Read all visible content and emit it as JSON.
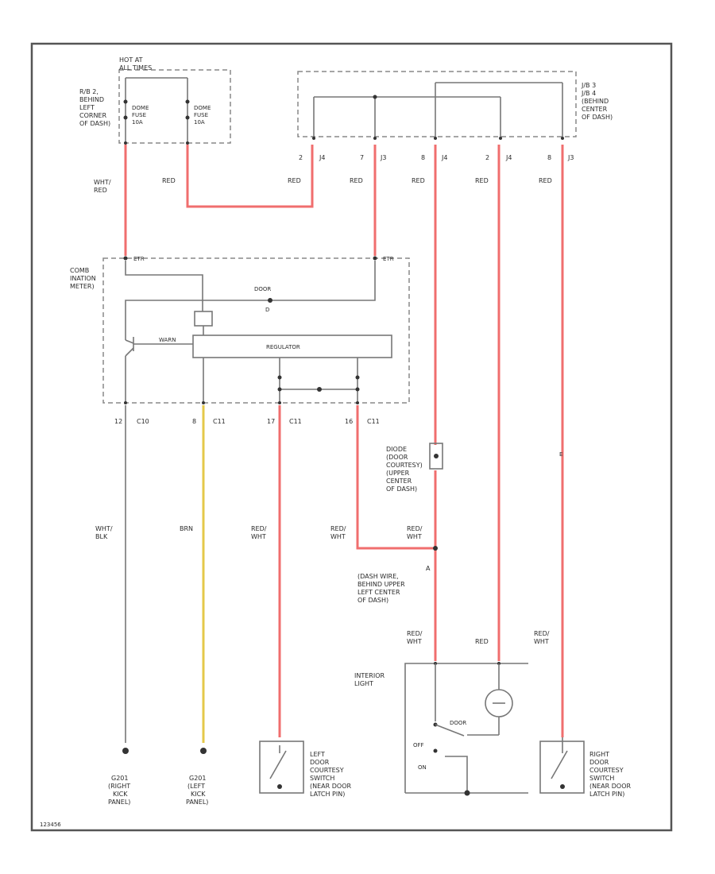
{
  "fuse_box": {
    "title_line1": "HOT AT",
    "title_line2": "ALL TIMES",
    "location": [
      "R/B 2,",
      "BEHIND",
      "LEFT",
      "CORNER",
      "OF DASH)"
    ],
    "fuse1": [
      "DOME",
      "FUSE",
      "10A"
    ],
    "fuse2": [
      "DOME",
      "FUSE",
      "10A"
    ]
  },
  "jb": {
    "location": [
      "J/B 3",
      "J/B 4",
      "(BEHIND",
      "CENTER",
      "OF DASH)"
    ],
    "pins": [
      {
        "num": "2",
        "conn": "J4"
      },
      {
        "num": "7",
        "conn": "J3"
      },
      {
        "num": "8",
        "conn": "J4"
      },
      {
        "num": "2",
        "conn": "J4"
      },
      {
        "num": "8",
        "conn": "J3"
      }
    ]
  },
  "wires": {
    "wht_red": [
      "WHT/",
      "RED"
    ],
    "red": "RED",
    "wht_blk": [
      "WHT/",
      "BLK"
    ],
    "brn": "BRN",
    "red_wht": [
      "RED/",
      "WHT"
    ]
  },
  "meter": {
    "name": [
      "COMB",
      "INATION",
      "METER)"
    ],
    "pin_left": "ETR",
    "pin_right": "ETR",
    "door_label": "DOOR",
    "door_sub": "D",
    "warn_label": "WARN",
    "unit_label": "REGULATOR",
    "pins": [
      {
        "num": "12",
        "conn": "C10"
      },
      {
        "num": "8",
        "conn": "C11"
      },
      {
        "num": "17",
        "conn": "C11"
      },
      {
        "num": "16",
        "conn": "C11"
      }
    ]
  },
  "components": {
    "dome_switch": [
      "DIODE",
      "(DOOR",
      "COURTESY)",
      "(UPPER",
      "CENTER",
      "OF DASH)"
    ],
    "splice": [
      "A",
      "(DASH WIRE,",
      "BEHIND UPPER",
      "LEFT CENTER",
      "OF DASH)"
    ],
    "interior_light": [
      "INTERIOR",
      "LIGHT"
    ],
    "switch_door": "DOOR",
    "switch_off": "OFF",
    "switch_on": "ON",
    "right_marker": "E",
    "left_switch": [
      "LEFT",
      "DOOR",
      "COURTESY",
      "SWITCH",
      "(NEAR DOOR",
      "LATCH PIN)"
    ],
    "right_switch": [
      "RIGHT",
      "DOOR",
      "COURTESY",
      "SWITCH",
      "(NEAR DOOR",
      "LATCH PIN)"
    ],
    "ground1": [
      "G201",
      "(RIGHT",
      "KICK",
      "PANEL)"
    ],
    "ground2": [
      "G201",
      "(LEFT",
      "KICK",
      "PANEL)"
    ]
  },
  "footer_id": "123456"
}
